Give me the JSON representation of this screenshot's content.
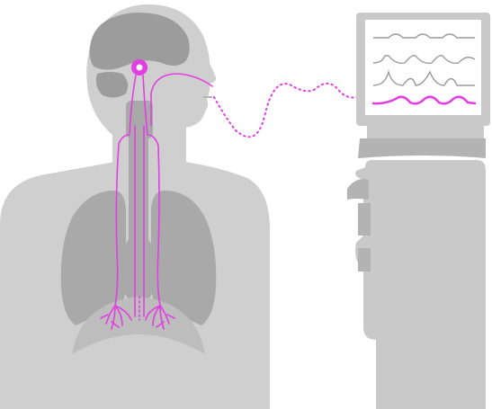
{
  "colors": {
    "background": "#ffffff",
    "body": "#cfcfcf",
    "organ": "#a9a9a9",
    "brain": "#9c9c9c",
    "diaphragm": "#bdbdbd",
    "device": "#c9c9c9",
    "device_dark": "#b3b3b3",
    "screen": "#ffffff",
    "trace_gray": "#9a9a9a",
    "accent": "#e23fe2"
  },
  "icons": {
    "person": "human-torso-silhouette",
    "monitor": "patient-monitor",
    "cart": "equipment-cart"
  }
}
